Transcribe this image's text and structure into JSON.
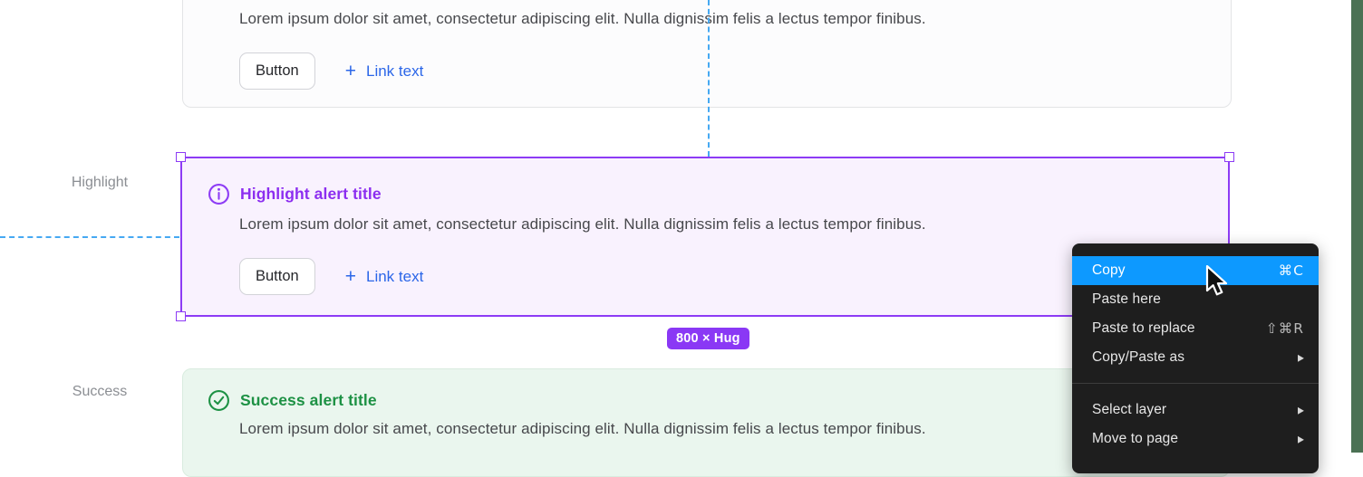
{
  "labels": {
    "highlight": "Highlight",
    "success": "Success"
  },
  "alerts": {
    "neutral": {
      "body": "Lorem ipsum dolor sit amet, consectetur adipiscing elit. Nulla dignissim felis a lectus tempor finibus.",
      "button": "Button",
      "link_plus": "+",
      "link": "Link text"
    },
    "highlight": {
      "icon": "info-circle",
      "title": "Highlight alert title",
      "body": "Lorem ipsum dolor sit amet, consectetur adipiscing elit. Nulla dignissim felis a lectus tempor finibus.",
      "button": "Button",
      "link_plus": "+",
      "link": "Link text"
    },
    "success": {
      "icon": "check-circle",
      "title": "Success alert title",
      "body": "Lorem ipsum dolor sit amet, consectetur adipiscing elit. Nulla dignissim felis a lectus tempor finibus."
    }
  },
  "size_badge": "800 × Hug",
  "context_menu": {
    "items": [
      {
        "label": "Copy",
        "shortcut": "⌘C",
        "selected": true
      },
      {
        "label": "Paste here"
      },
      {
        "label": "Paste to replace",
        "shortcut": "⇧⌘R"
      },
      {
        "label": "Copy/Paste as",
        "submenu": true
      },
      {
        "divider": true
      },
      {
        "label": "Select layer",
        "submenu": true
      },
      {
        "label": "Move to page",
        "submenu": true
      }
    ],
    "submenu_arrow": "▶"
  },
  "colors": {
    "accent_purple": "#8a38f5",
    "selection_blue": "#0d99ff",
    "success_green": "#1d9144",
    "guide_blue": "#46a9f2",
    "menu_bg": "#1e1e1e",
    "edge_bar_green": "#4b7154",
    "link_blue": "#2b66e8"
  }
}
